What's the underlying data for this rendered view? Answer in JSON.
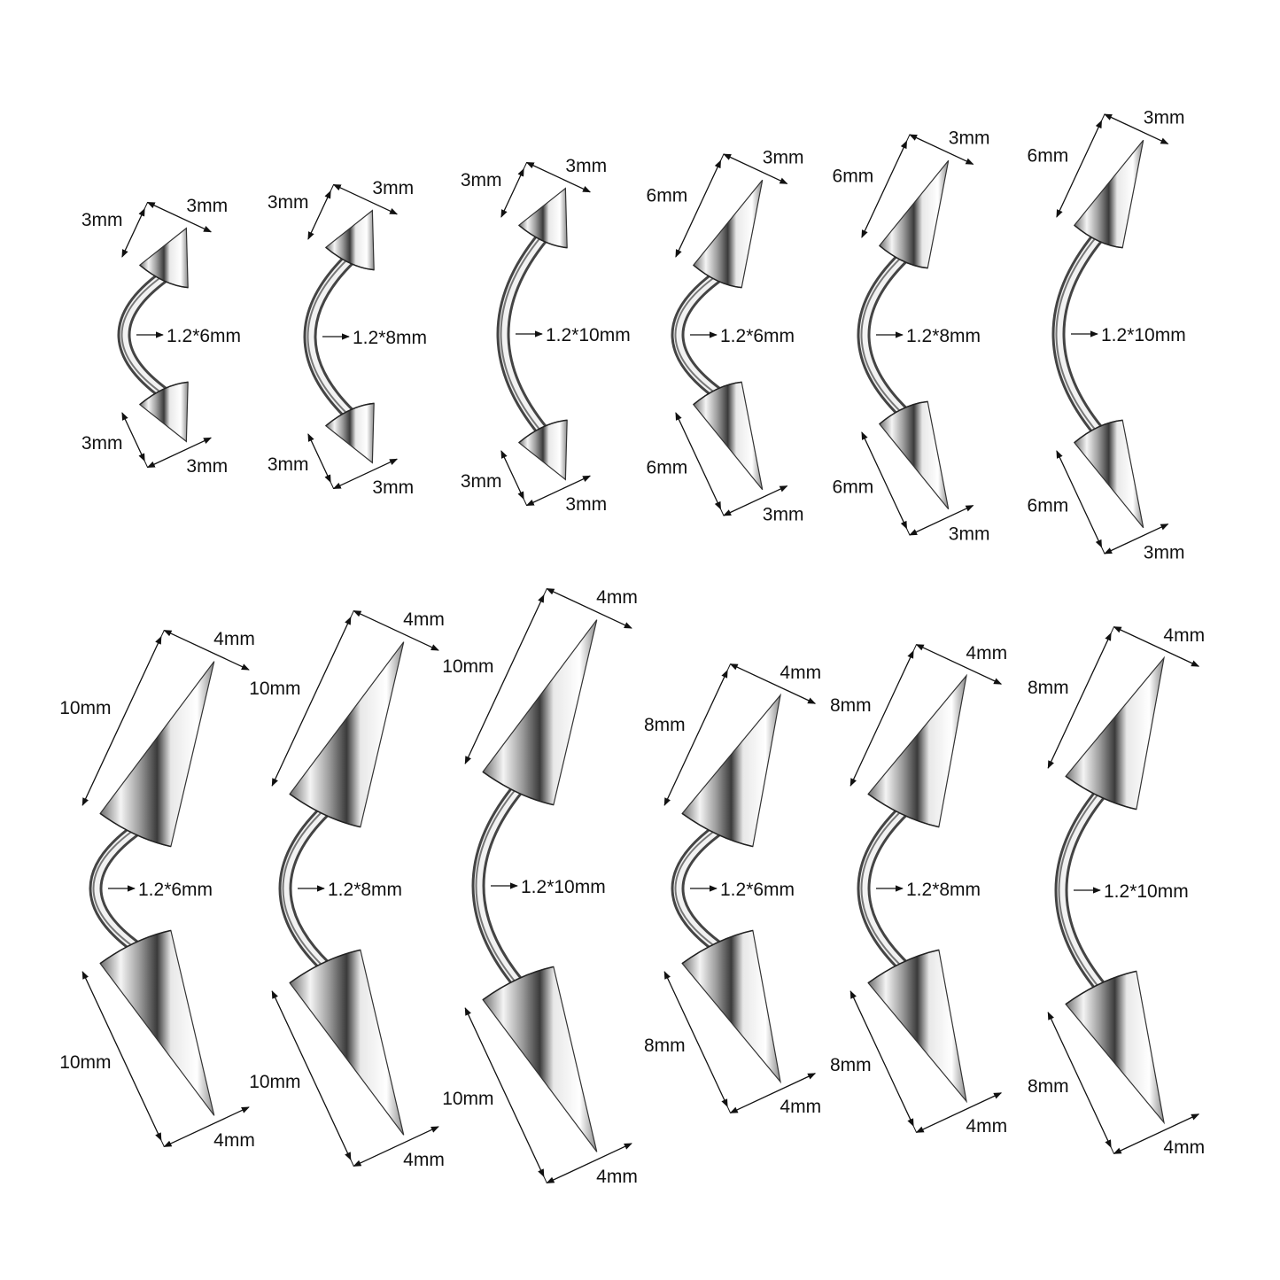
{
  "items": [
    {
      "top_length": "3mm",
      "top_width": "3mm",
      "bar": "1.2*6mm",
      "bottom_length": "3mm",
      "bottom_width": "3mm",
      "cone_mm": 3,
      "width_mm": 3,
      "bar_mm": 6
    },
    {
      "top_length": "3mm",
      "top_width": "3mm",
      "bar": "1.2*8mm",
      "bottom_length": "3mm",
      "bottom_width": "3mm",
      "cone_mm": 3,
      "width_mm": 3,
      "bar_mm": 8
    },
    {
      "top_length": "3mm",
      "top_width": "3mm",
      "bar": "1.2*10mm",
      "bottom_length": "3mm",
      "bottom_width": "3mm",
      "cone_mm": 3,
      "width_mm": 3,
      "bar_mm": 10
    },
    {
      "top_length": "6mm",
      "top_width": "3mm",
      "bar": "1.2*6mm",
      "bottom_length": "6mm",
      "bottom_width": "3mm",
      "cone_mm": 6,
      "width_mm": 3,
      "bar_mm": 6
    },
    {
      "top_length": "6mm",
      "top_width": "3mm",
      "bar": "1.2*8mm",
      "bottom_length": "6mm",
      "bottom_width": "3mm",
      "cone_mm": 6,
      "width_mm": 3,
      "bar_mm": 8
    },
    {
      "top_length": "6mm",
      "top_width": "3mm",
      "bar": "1.2*10mm",
      "bottom_length": "6mm",
      "bottom_width": "3mm",
      "cone_mm": 6,
      "width_mm": 3,
      "bar_mm": 10
    },
    {
      "top_length": "10mm",
      "top_width": "4mm",
      "bar": "1.2*6mm",
      "bottom_length": "10mm",
      "bottom_width": "4mm",
      "cone_mm": 10,
      "width_mm": 4,
      "bar_mm": 6
    },
    {
      "top_length": "10mm",
      "top_width": "4mm",
      "bar": "1.2*8mm",
      "bottom_length": "10mm",
      "bottom_width": "4mm",
      "cone_mm": 10,
      "width_mm": 4,
      "bar_mm": 8
    },
    {
      "top_length": "10mm",
      "top_width": "4mm",
      "bar": "1.2*10mm",
      "bottom_length": "10mm",
      "bottom_width": "4mm",
      "cone_mm": 10,
      "width_mm": 4,
      "bar_mm": 10
    },
    {
      "top_length": "8mm",
      "top_width": "4mm",
      "bar": "1.2*6mm",
      "bottom_length": "8mm",
      "bottom_width": "4mm",
      "cone_mm": 8,
      "width_mm": 4,
      "bar_mm": 6
    },
    {
      "top_length": "8mm",
      "top_width": "4mm",
      "bar": "1.2*8mm",
      "bottom_length": "8mm",
      "bottom_width": "4mm",
      "cone_mm": 8,
      "width_mm": 4,
      "bar_mm": 8
    },
    {
      "top_length": "8mm",
      "top_width": "4mm",
      "bar": "1.2*10mm",
      "bottom_length": "8mm",
      "bottom_width": "4mm",
      "cone_mm": 8,
      "width_mm": 4,
      "bar_mm": 10
    }
  ]
}
